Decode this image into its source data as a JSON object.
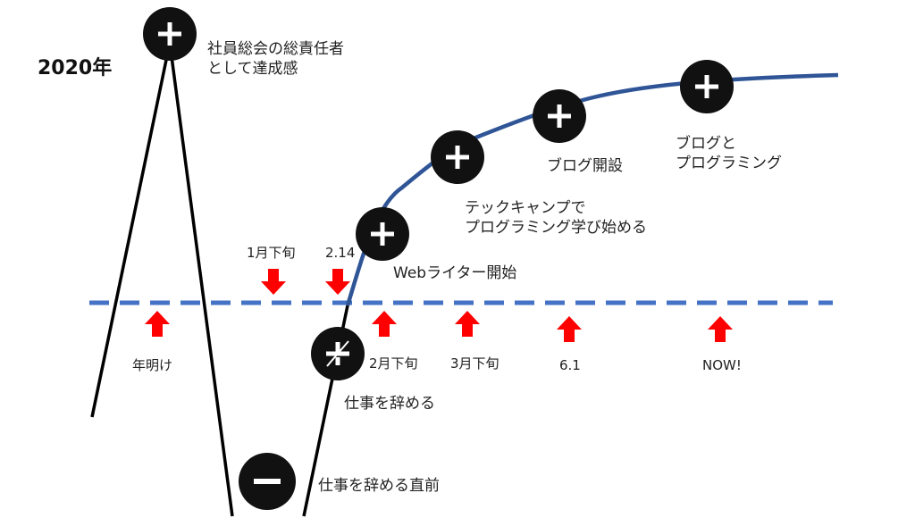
{
  "year_label": "2020年",
  "events": {
    "plus_top": "社員総会の総責任者",
    "plus_top_2": "として達成感",
    "quit_prior": "仕事を辞める直前",
    "quit": "仕事を辞める",
    "web_writer": "Webライター開始",
    "techcamp_1": "テックキャンプで",
    "techcamp_2": "プログラミング学び始める",
    "blog_open": "ブログ開設",
    "blog_prog_1": "ブログと",
    "blog_prog_2": "プログラミング"
  },
  "timeline": {
    "new_year": "年明け",
    "late_jan": "1月下旬",
    "feb14": "2.14",
    "late_feb": "2月下旬",
    "late_mar": "3月下旬",
    "jun1": "6.1",
    "now": "NOW!"
  },
  "colors": {
    "baseline": "#4472C4",
    "curve": "#2F5597",
    "arrow": "#FF0000",
    "node": "#111111"
  },
  "icons": {
    "plus": "plus-icon",
    "minus": "minus-icon",
    "plus_minus": "plus-minus-icon"
  }
}
